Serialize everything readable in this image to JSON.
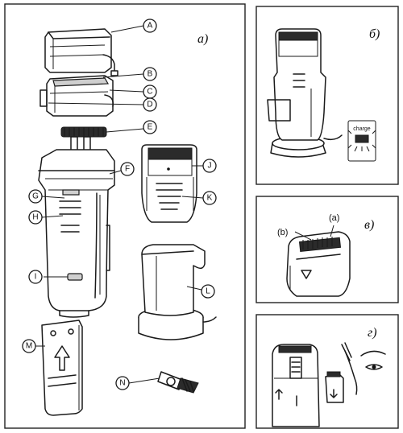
{
  "panels": {
    "a": {
      "label": "а)"
    },
    "b": {
      "label": "б)"
    },
    "v": {
      "label": "в)"
    },
    "g": {
      "label": "г)"
    }
  },
  "parts": [
    "A",
    "B",
    "C",
    "D",
    "E",
    "F",
    "G",
    "H",
    "I",
    "J",
    "K",
    "L",
    "M",
    "N"
  ],
  "panel_v_labels": {
    "a": "(a)",
    "b": "(b)"
  },
  "indicator": {
    "text": "charge"
  }
}
